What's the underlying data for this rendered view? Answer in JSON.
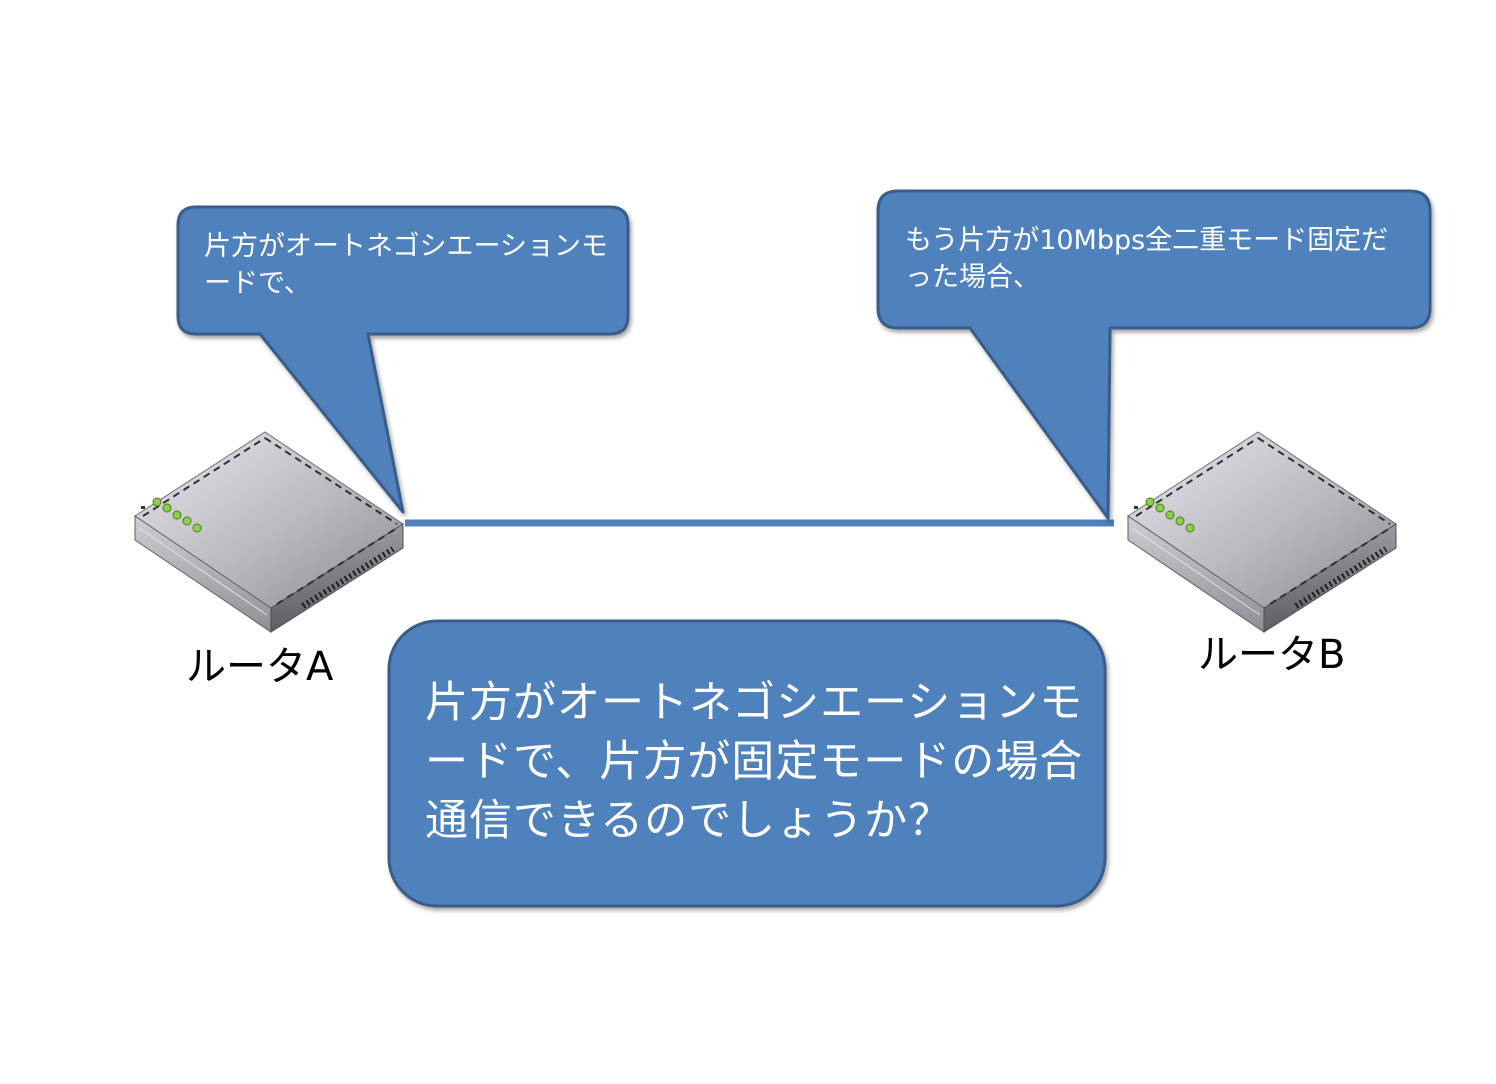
{
  "colors": {
    "callout_fill": "#4f81bd",
    "callout_stroke": "#385d8a",
    "link_line": "#4f81bd",
    "callout_text": "#ffffff",
    "label_text": "#000000",
    "router_led": "#8ad04a"
  },
  "callouts": {
    "router_a": {
      "text": "片方がオートネゴシエーションモードで、"
    },
    "router_b": {
      "text": "もう片方が10Mbps全二重モード固定だった場合、"
    }
  },
  "question": {
    "text": "片方がオートネゴシエーションモードで、片方が固定モードの場合通信できるのでしょうか？"
  },
  "routers": {
    "a": {
      "label": "ルータA",
      "icon": "router-icon"
    },
    "b": {
      "label": "ルータB",
      "icon": "router-icon"
    }
  }
}
